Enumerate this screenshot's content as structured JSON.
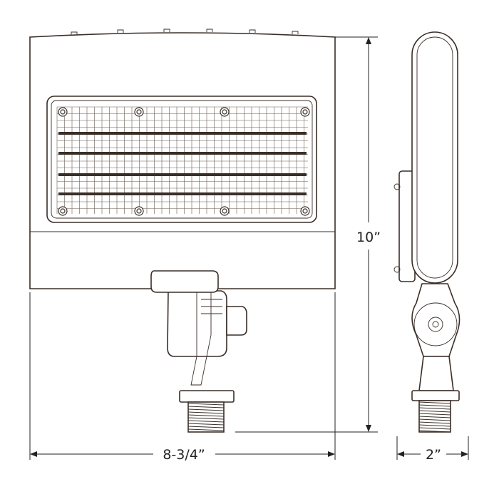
{
  "dimensions": {
    "height": "10”",
    "width": "8-3/4”",
    "depth": "2”"
  },
  "colors": {
    "line": "#3a2e28",
    "dimension": "#222222",
    "background": "#ffffff"
  }
}
